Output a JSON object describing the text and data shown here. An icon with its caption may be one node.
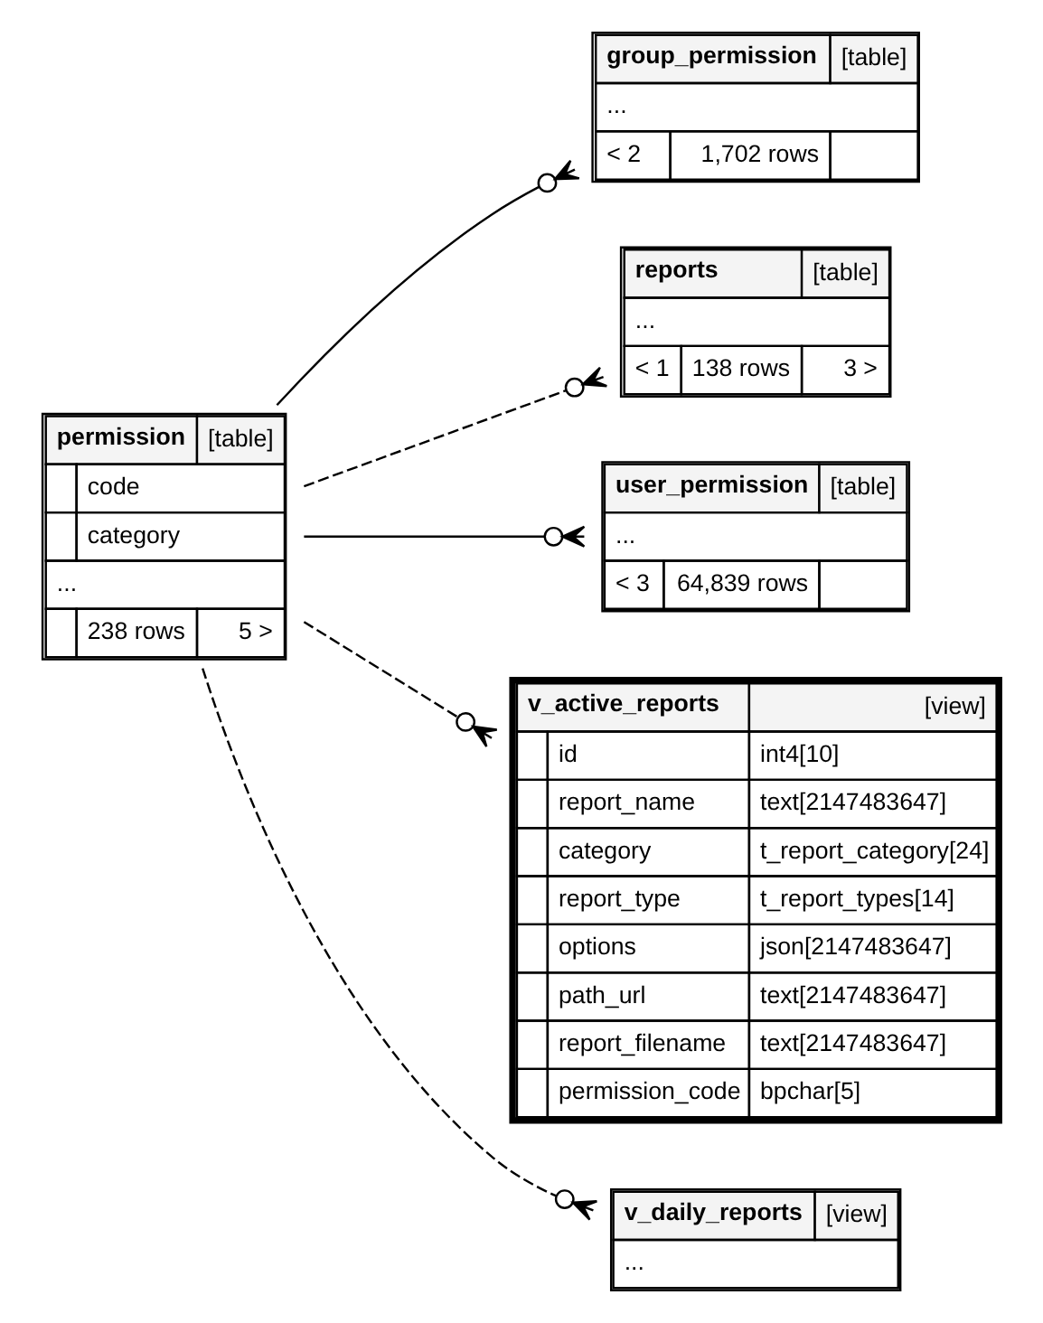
{
  "diagram": {
    "nodes": [
      {
        "text": [
          "permission",
          "[table]",
          "code",
          "category",
          "...",
          "238 rows",
          "5 >"
        ]
      },
      {
        "text": [
          "group_permission",
          "[table]",
          "...",
          "< 2",
          "1,702 rows"
        ]
      },
      {
        "text": [
          "reports",
          "[table]",
          "...",
          "< 1",
          "138 rows",
          "3 >"
        ]
      },
      {
        "text": [
          "user_permission",
          "[table]",
          "...",
          "< 3",
          "64,839 rows"
        ]
      },
      {
        "text": [
          "v_active_reports",
          "[view]",
          "id",
          "int4[10]",
          "report_name",
          "text[2147483647]",
          "category",
          "t_report_category[24]",
          "report_type",
          "t_report_types[14]",
          "options",
          "json[2147483647]",
          "path_url",
          "text[2147483647]",
          "report_filename",
          "text[2147483647]",
          "permission_code",
          "bpchar[5]"
        ]
      },
      {
        "text": [
          "v_daily_reports",
          "[view]",
          "..."
        ]
      }
    ],
    "edges": [
      {
        "from": 0,
        "to": 1,
        "arrow": "other"
      },
      {
        "from": 0,
        "to": 2,
        "arrow": "other",
        "style": "dashed"
      },
      {
        "from": 0,
        "to": 3,
        "arrow": "other"
      },
      {
        "from": 0,
        "to": 4,
        "arrow": "other",
        "style": "dashed"
      },
      {
        "from": 0,
        "to": 5,
        "arrow": "other",
        "style": "dashed"
      }
    ]
  }
}
